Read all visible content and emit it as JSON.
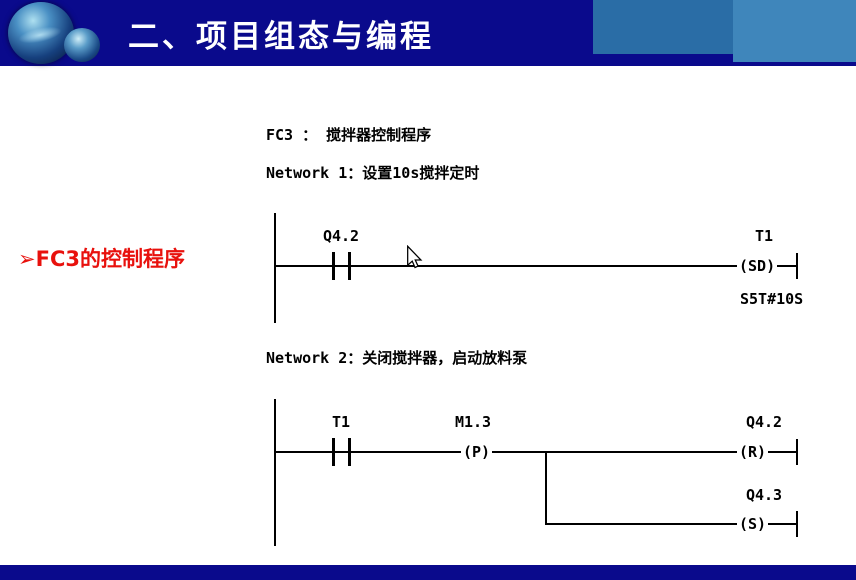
{
  "slide": {
    "title": "二、项目组态与编程"
  },
  "note": {
    "bullet": "➢",
    "text": "FC3的控制程序"
  },
  "program": {
    "heading": "FC3 ： 搅拌器控制程序",
    "network1": {
      "title": "Network 1：设置10s搅拌定时",
      "contact_label": "Q4.2",
      "coil_label": "T1",
      "coil_symbol": "(SD)",
      "coil_param": "S5T#10S"
    },
    "network2": {
      "title": "Network 2：关闭搅拌器，启动放料泵",
      "contact_label": "T1",
      "edge_label": "M1.3",
      "edge_symbol": "(P)",
      "reset_label": "Q4.2",
      "reset_symbol": "(R)",
      "set_label": "Q4.3",
      "set_symbol": "(S)"
    }
  },
  "colors": {
    "header_navy": "#0a0a8c",
    "header_blue_mid": "#2a6da6",
    "header_blue_light": "#3f86bb",
    "note_red": "#e8110d",
    "line_black": "#000000",
    "title_white": "#ffffff"
  }
}
